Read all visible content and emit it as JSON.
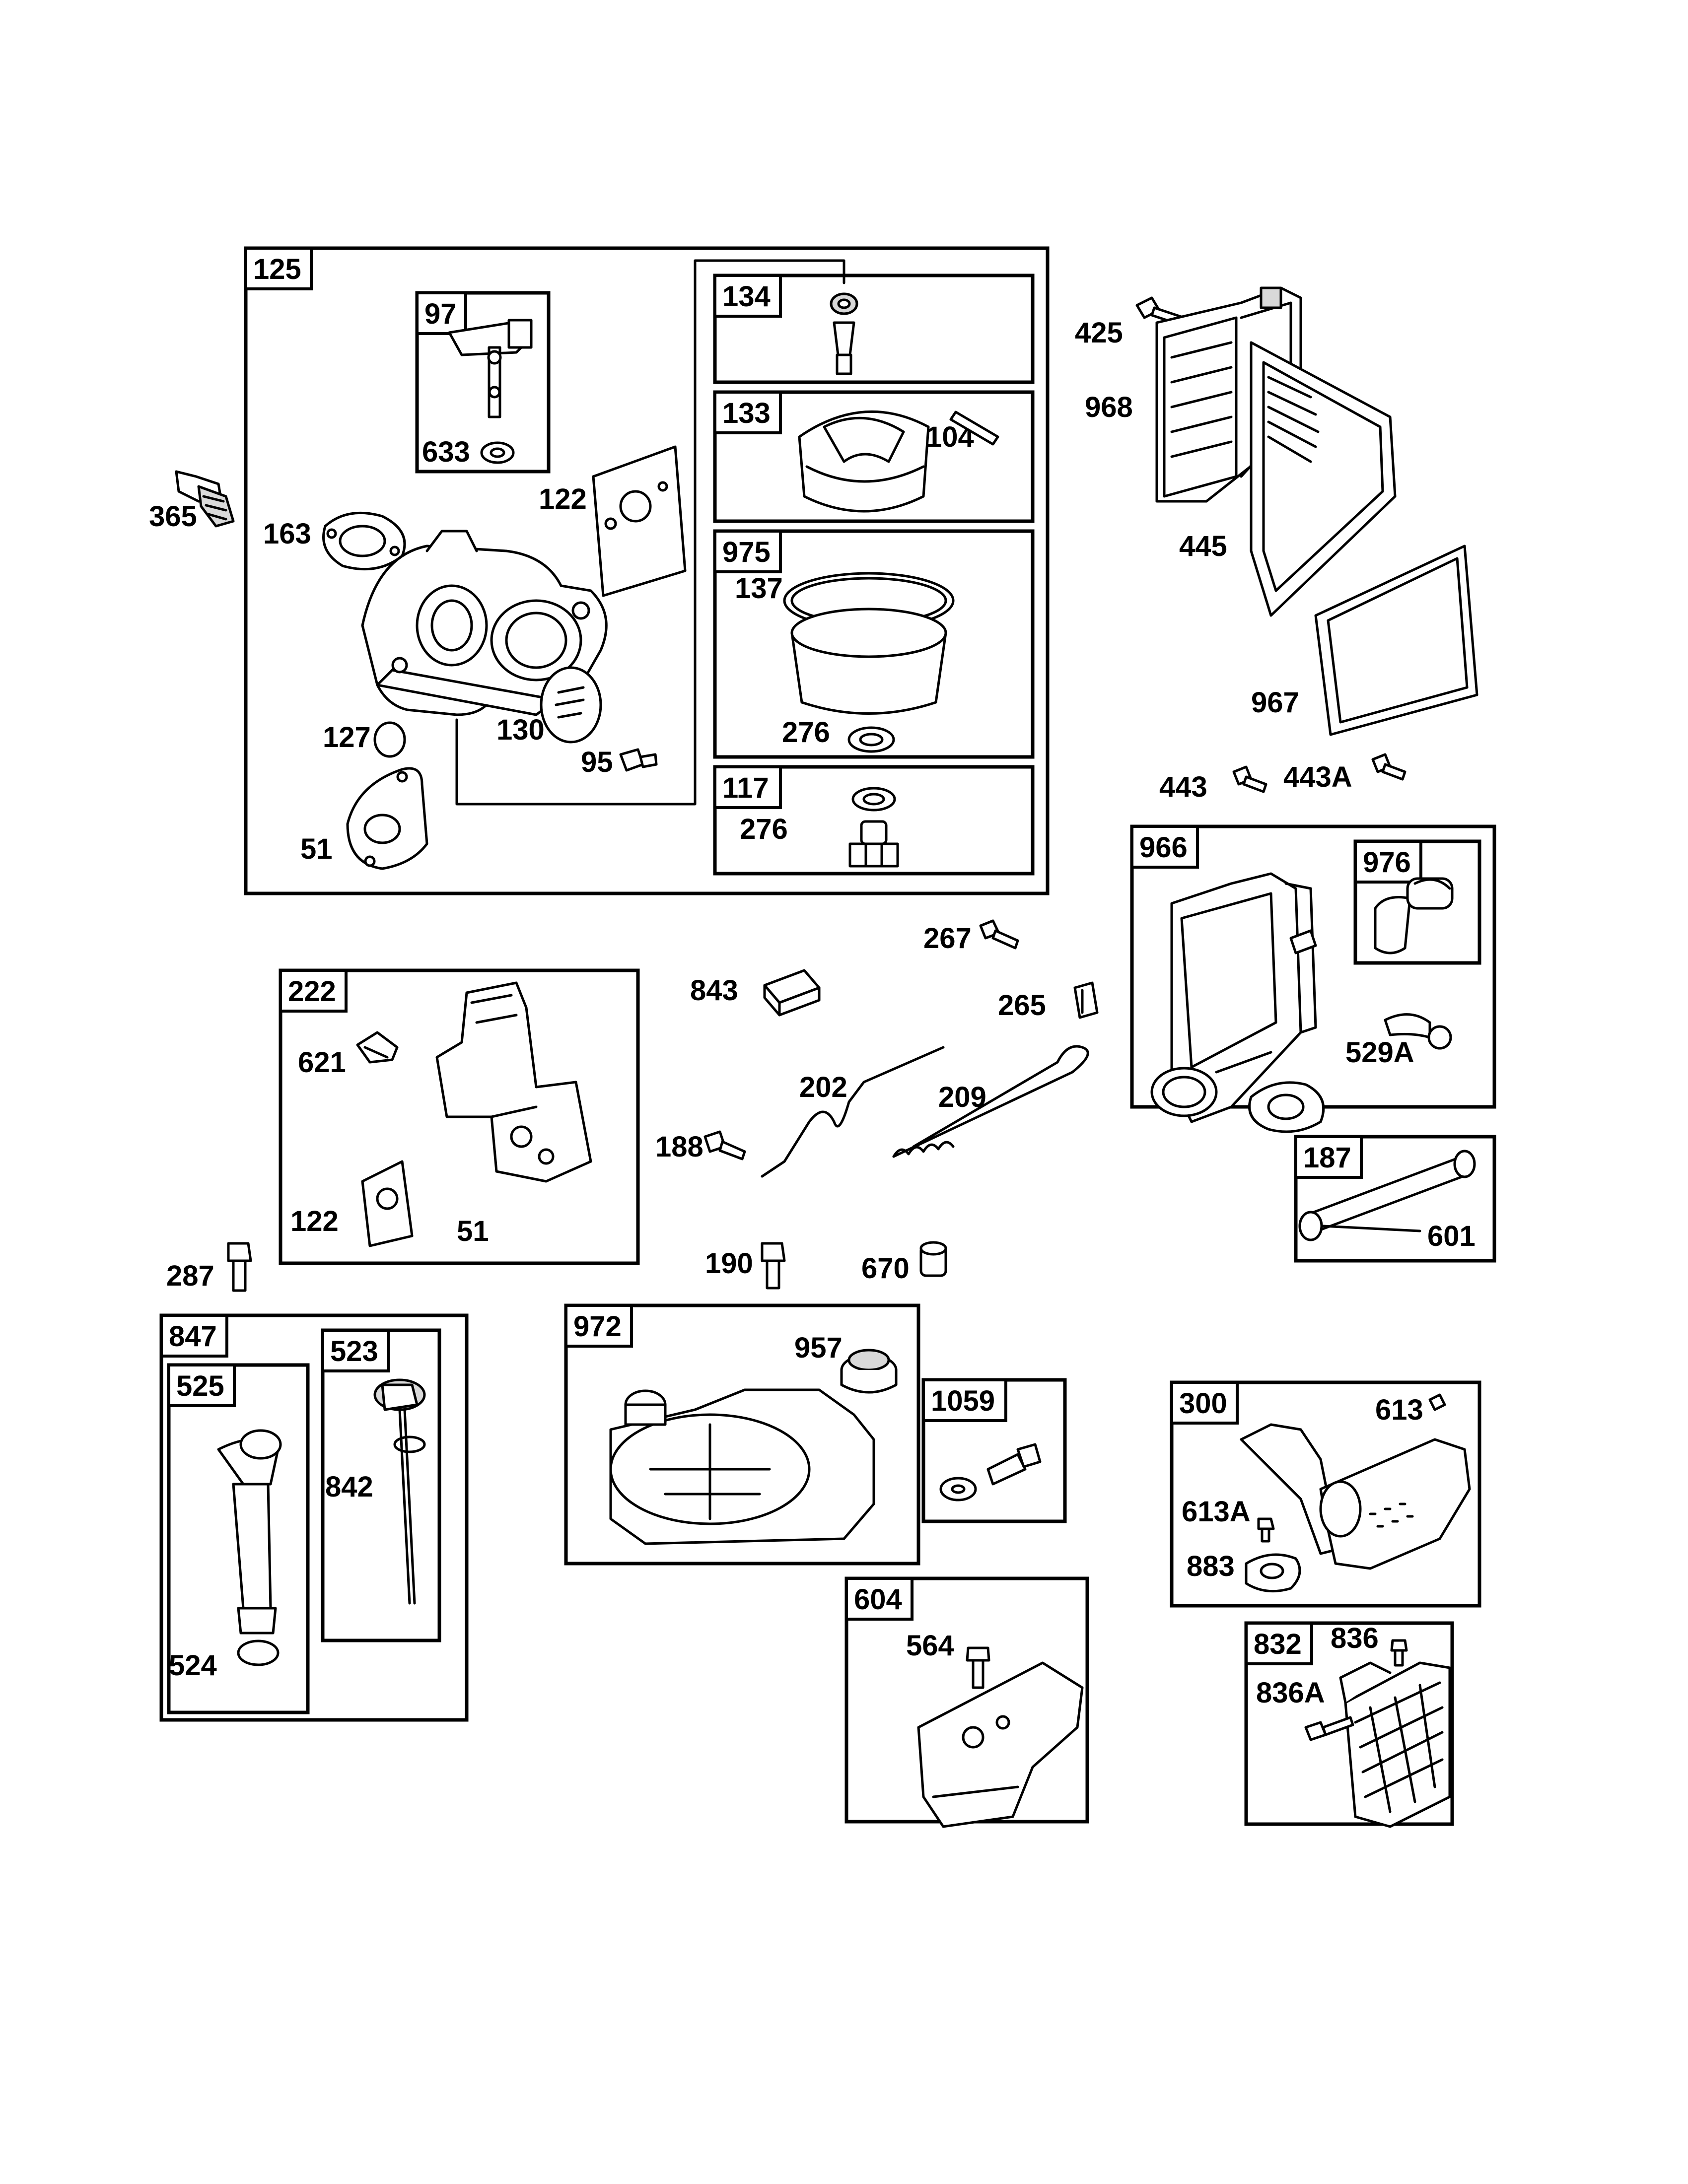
{
  "groups": [
    {
      "id": "125",
      "label": "125"
    },
    {
      "id": "97",
      "label": "97"
    },
    {
      "id": "134",
      "label": "134"
    },
    {
      "id": "133",
      "label": "133"
    },
    {
      "id": "975",
      "label": "975"
    },
    {
      "id": "117",
      "label": "117"
    },
    {
      "id": "222",
      "label": "222"
    },
    {
      "id": "966",
      "label": "966"
    },
    {
      "id": "976",
      "label": "976"
    },
    {
      "id": "187",
      "label": "187"
    },
    {
      "id": "847",
      "label": "847"
    },
    {
      "id": "525",
      "label": "525"
    },
    {
      "id": "523",
      "label": "523"
    },
    {
      "id": "972",
      "label": "972"
    },
    {
      "id": "1059",
      "label": "1059"
    },
    {
      "id": "604",
      "label": "604"
    },
    {
      "id": "300",
      "label": "300"
    },
    {
      "id": "832",
      "label": "832"
    }
  ],
  "callouts": [
    {
      "id": "365",
      "label": "365"
    },
    {
      "id": "163a",
      "label": "163"
    },
    {
      "id": "633",
      "label": "633"
    },
    {
      "id": "122a",
      "label": "122"
    },
    {
      "id": "104",
      "label": "104"
    },
    {
      "id": "137",
      "label": "137"
    },
    {
      "id": "127",
      "label": "127"
    },
    {
      "id": "130",
      "label": "130"
    },
    {
      "id": "95",
      "label": "95"
    },
    {
      "id": "276a",
      "label": "276"
    },
    {
      "id": "276b",
      "label": "276"
    },
    {
      "id": "51a",
      "label": "51"
    },
    {
      "id": "425",
      "label": "425"
    },
    {
      "id": "968",
      "label": "968"
    },
    {
      "id": "445",
      "label": "445"
    },
    {
      "id": "967",
      "label": "967"
    },
    {
      "id": "443",
      "label": "443"
    },
    {
      "id": "443A",
      "label": "443A"
    },
    {
      "id": "267",
      "label": "267"
    },
    {
      "id": "843",
      "label": "843"
    },
    {
      "id": "265",
      "label": "265"
    },
    {
      "id": "621",
      "label": "621"
    },
    {
      "id": "202",
      "label": "202"
    },
    {
      "id": "209",
      "label": "209"
    },
    {
      "id": "188",
      "label": "188"
    },
    {
      "id": "122b",
      "label": "122"
    },
    {
      "id": "51b",
      "label": "51"
    },
    {
      "id": "163b",
      "label": "163"
    },
    {
      "id": "529A",
      "label": "529A"
    },
    {
      "id": "601",
      "label": "601"
    },
    {
      "id": "287",
      "label": "287"
    },
    {
      "id": "190",
      "label": "190"
    },
    {
      "id": "670",
      "label": "670"
    },
    {
      "id": "957",
      "label": "957"
    },
    {
      "id": "842",
      "label": "842"
    },
    {
      "id": "524",
      "label": "524"
    },
    {
      "id": "613",
      "label": "613"
    },
    {
      "id": "613A",
      "label": "613A"
    },
    {
      "id": "883",
      "label": "883"
    },
    {
      "id": "564",
      "label": "564"
    },
    {
      "id": "836",
      "label": "836"
    },
    {
      "id": "836A",
      "label": "836A"
    }
  ]
}
